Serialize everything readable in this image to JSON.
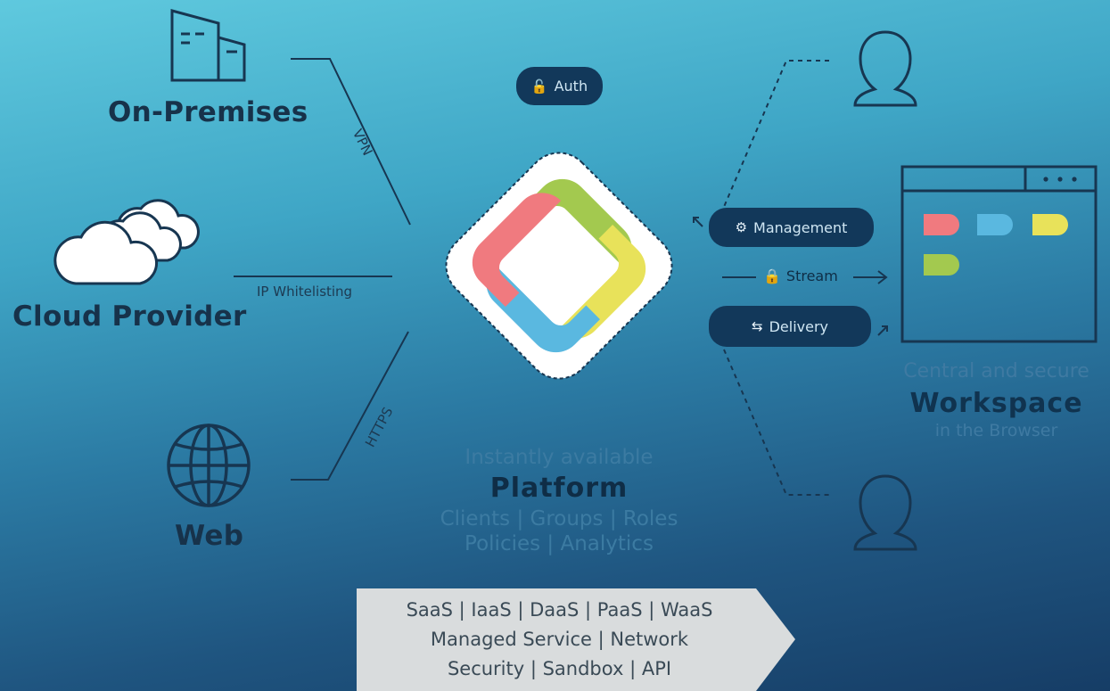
{
  "sources": {
    "on_premises": "On-Premises",
    "cloud_provider": "Cloud Provider",
    "web": "Web"
  },
  "connections": {
    "vpn": "VPN",
    "ip_whitelisting": "IP Whitelisting",
    "https": "HTTPS"
  },
  "platform_pills": {
    "auth": "Auth",
    "management": "Management",
    "stream": "Stream",
    "delivery": "Delivery"
  },
  "platform": {
    "pretitle": "Instantly available",
    "title": "Platform",
    "features_line1": "Clients | Groups | Roles",
    "features_line2": "Policies | Analytics"
  },
  "workspace": {
    "pretitle": "Central and secure",
    "title": "Workspace",
    "subtitle": "in the Browser"
  },
  "services": {
    "line1": "SaaS | IaaS | DaaS | PaaS | WaaS",
    "line2": "Managed Service | Network",
    "line3": "Security | Sandbox | API"
  },
  "colors": {
    "logo_green": "#a3c94f",
    "logo_yellow": "#e8e25a",
    "logo_red": "#f07a7f",
    "logo_blue": "#5ab8e0",
    "pill_bg": "#12385a",
    "outline": "#173651",
    "services_bg": "#d9dcdd"
  },
  "icons": {
    "building": "building-icon",
    "cloud": "cloud-icon",
    "globe": "globe-icon",
    "user": "user-icon",
    "browser": "browser-window-icon",
    "lock": "lock-icon",
    "gear": "gear-icon",
    "exchange": "exchange-arrows-icon"
  }
}
